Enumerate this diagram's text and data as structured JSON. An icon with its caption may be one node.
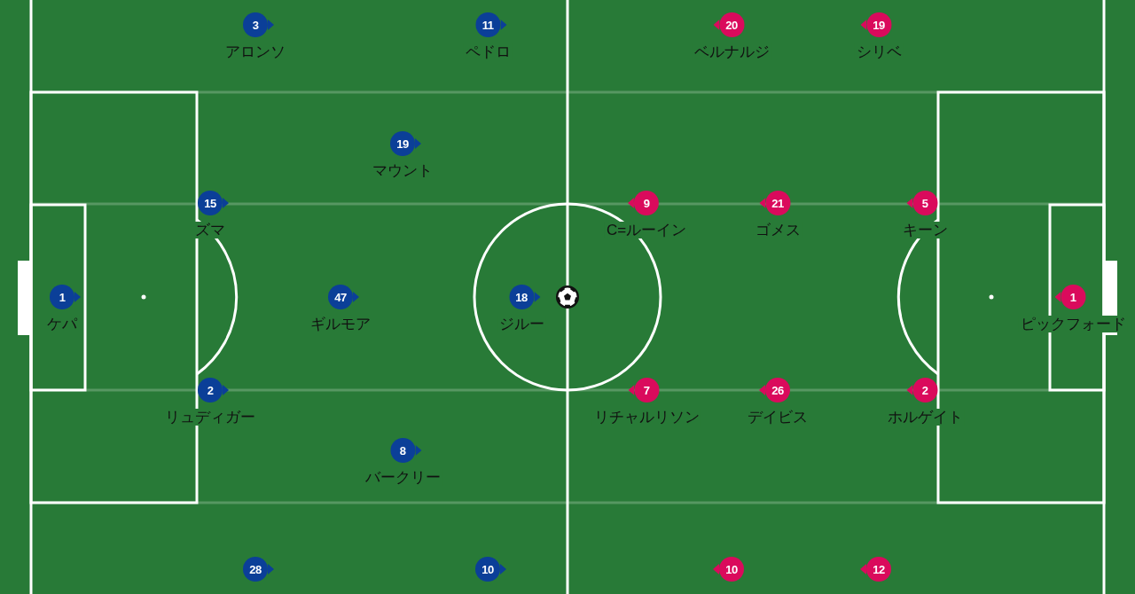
{
  "diagram": {
    "nodes": [
      {
        "text": [
          "3"
        ],
        "beside": [
          "アロンソ"
        ]
      },
      {
        "text": [
          "11"
        ],
        "beside": [
          "ペドロ"
        ]
      },
      {
        "text": [
          "20"
        ],
        "beside": [
          "ベルナルジ"
        ]
      },
      {
        "text": [
          "19"
        ],
        "beside": [
          "シリベ"
        ]
      },
      {
        "text": [
          "19"
        ],
        "beside": [
          "マウント"
        ]
      },
      {
        "text": [
          "15"
        ],
        "beside": [
          "ズマ"
        ]
      },
      {
        "text": [
          "9"
        ],
        "beside": [
          "C=ルーイン"
        ]
      },
      {
        "text": [
          "21"
        ],
        "beside": [
          "ゴメス"
        ]
      },
      {
        "text": [
          "5"
        ],
        "beside": [
          "キーン"
        ]
      },
      {
        "text": [
          "1"
        ],
        "beside": [
          "ケパ"
        ]
      },
      {
        "text": [
          "47"
        ],
        "beside": [
          "ギルモア"
        ]
      },
      {
        "text": [
          "18"
        ],
        "beside": [
          "ジルー"
        ]
      },
      {
        "text": [
          "1"
        ],
        "beside": [
          "ピックフォード"
        ]
      },
      {
        "text": [
          "2"
        ],
        "beside": [
          "リュディガー"
        ]
      },
      {
        "text": [
          "7"
        ],
        "beside": [
          "リチャルリソン"
        ]
      },
      {
        "text": [
          "26"
        ],
        "beside": [
          "デイビス"
        ]
      },
      {
        "text": [
          "2"
        ],
        "beside": [
          "ホルゲイト"
        ]
      },
      {
        "text": [
          "8"
        ],
        "beside": [
          "バークリー"
        ]
      },
      {
        "text": [
          "28"
        ]
      },
      {
        "text": [
          "10"
        ]
      },
      {
        "text": [
          "10"
        ]
      },
      {
        "text": [
          "12"
        ]
      }
    ]
  }
}
